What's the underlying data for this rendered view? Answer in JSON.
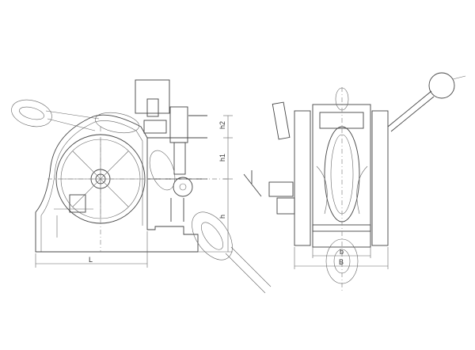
{
  "dimensions": {
    "h2": "h2",
    "h1": "h1",
    "h": "h",
    "L": "L",
    "b": "b",
    "B": "B"
  },
  "colors": {
    "line": "#444444",
    "background": "#ffffff"
  }
}
